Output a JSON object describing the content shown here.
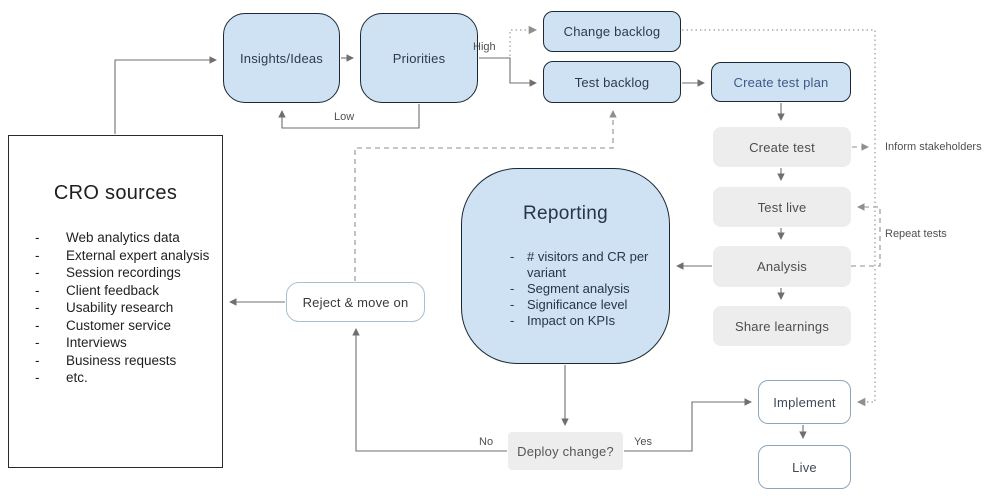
{
  "nodes": {
    "insights": "Insights/Ideas",
    "priorities": "Priorities",
    "change_backlog": "Change backlog",
    "test_backlog": "Test backlog",
    "create_test_plan": "Create test plan",
    "create_test": "Create test",
    "test_live": "Test live",
    "analysis": "Analysis",
    "share_learnings": "Share learnings",
    "reject": "Reject & move on",
    "deploy": "Deploy change?",
    "implement": "Implement",
    "live": "Live"
  },
  "cro_sources": {
    "title": "CRO sources",
    "items": [
      "Web analytics data",
      "External expert analysis",
      "Session recordings",
      "Client feedback",
      "Usability research",
      "Customer service",
      "Interviews",
      "Business requests",
      "etc."
    ]
  },
  "reporting": {
    "title": "Reporting",
    "items": [
      "# visitors and CR per variant",
      "Segment analysis",
      "Significance level",
      "Impact on KPIs"
    ]
  },
  "edge_labels": {
    "high": "High",
    "low": "Low",
    "no": "No",
    "yes": "Yes",
    "inform_stakeholders": "Inform stakeholders",
    "repeat_tests": "Repeat tests"
  },
  "bullet_char": "-",
  "colors": {
    "node_blue_fill": "#cfe2f3",
    "node_dark_border": "#1c2834",
    "gray_fill": "#ededed",
    "steel_border": "#8aa6bd",
    "reject_border": "#a9c0cd",
    "blue_text": "#2c3a4d",
    "plan_text": "#3c5a86",
    "connector": "#6f6f6f",
    "connector_light": "#8f8f8f"
  }
}
